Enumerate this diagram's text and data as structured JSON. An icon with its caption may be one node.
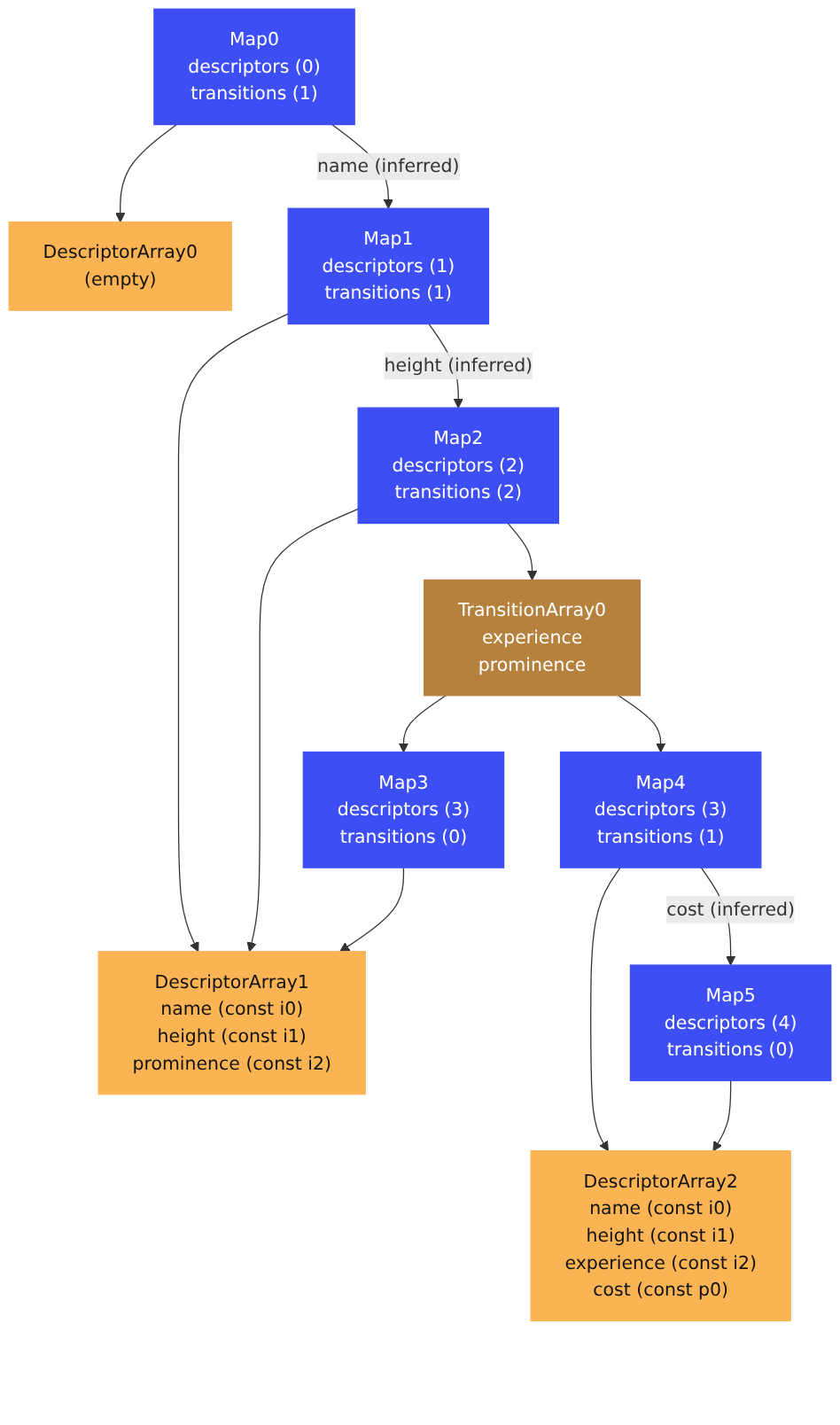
{
  "diagram": {
    "nodes": [
      {
        "text": [
          "Map0",
          "descriptors (0)",
          "transitions (1)"
        ]
      },
      {
        "text": [
          "DescriptorArray0",
          "(empty)"
        ]
      },
      {
        "text": [
          "Map1",
          "descriptors (1)",
          "transitions (1)"
        ]
      },
      {
        "text": [
          "Map2",
          "descriptors (2)",
          "transitions (2)"
        ]
      },
      {
        "text": [
          "TransitionArray0",
          "experience",
          "prominence"
        ]
      },
      {
        "text": [
          "Map3",
          "descriptors (3)",
          "transitions (0)"
        ]
      },
      {
        "text": [
          "Map4",
          "descriptors (3)",
          "transitions (1)"
        ]
      },
      {
        "text": [
          "DescriptorArray1",
          "name (const i0)",
          "height (const i1)",
          "prominence (const i2)"
        ]
      },
      {
        "text": [
          "Map5",
          "descriptors (4)",
          "transitions (0)"
        ]
      },
      {
        "text": [
          "DescriptorArray2",
          "name (const i0)",
          "height (const i1)",
          "experience (const i2)",
          "cost (const p0)"
        ]
      }
    ],
    "edges": [
      {
        "from": 0,
        "to": 1,
        "arrow": "to"
      },
      {
        "from": 0,
        "to": 2,
        "arrow": "to",
        "label": "name (inferred)"
      },
      {
        "from": 2,
        "to": 7,
        "arrow": "to"
      },
      {
        "from": 2,
        "to": 3,
        "arrow": "to",
        "label": "height (inferred)"
      },
      {
        "from": 3,
        "to": 7,
        "arrow": "to"
      },
      {
        "from": 3,
        "to": 4,
        "arrow": "to"
      },
      {
        "from": 4,
        "to": 5,
        "arrow": "to"
      },
      {
        "from": 4,
        "to": 6,
        "arrow": "to"
      },
      {
        "from": 5,
        "to": 7,
        "arrow": "to"
      },
      {
        "from": 6,
        "to": 9,
        "arrow": "to"
      },
      {
        "from": 6,
        "to": 8,
        "arrow": "to",
        "label": "cost (inferred)"
      },
      {
        "from": 8,
        "to": 9,
        "arrow": "to"
      }
    ]
  }
}
